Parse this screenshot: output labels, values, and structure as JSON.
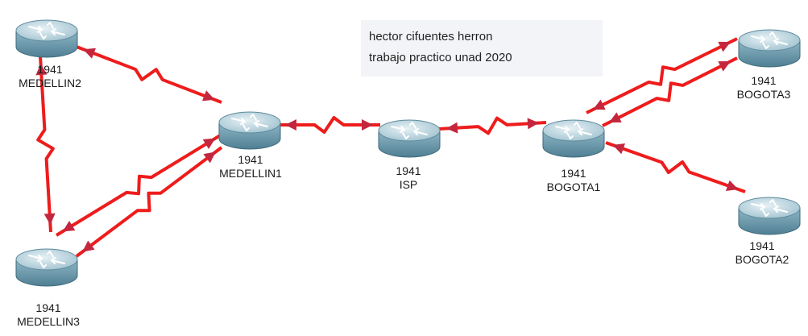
{
  "note": {
    "line1": "hector cifuentes herron",
    "line2": "trabajo practico unad 2020"
  },
  "routers": {
    "medellin2": {
      "model": "1941",
      "name": "MEDELLIN2"
    },
    "medellin1": {
      "model": "1941",
      "name": "MEDELLIN1"
    },
    "medellin3": {
      "model": "1941",
      "name": "MEDELLIN3"
    },
    "isp": {
      "model": "1941",
      "name": "ISP"
    },
    "bogota1": {
      "model": "1941",
      "name": "BOGOTA1"
    },
    "bogota3": {
      "model": "1941",
      "name": "BOGOTA3"
    },
    "bogota2": {
      "model": "1941",
      "name": "BOGOTA2"
    }
  },
  "links": [
    {
      "from": "medellin2",
      "to": "medellin1"
    },
    {
      "from": "medellin2",
      "to": "medellin3"
    },
    {
      "from": "medellin3",
      "to": "medellin1"
    },
    {
      "from": "medellin3",
      "to": "medellin1"
    },
    {
      "from": "medellin1",
      "to": "isp"
    },
    {
      "from": "isp",
      "to": "bogota1"
    },
    {
      "from": "bogota1",
      "to": "bogota3"
    },
    {
      "from": "bogota1",
      "to": "bogota3"
    },
    {
      "from": "bogota1",
      "to": "bogota2"
    }
  ],
  "colors": {
    "link": "#ee1c1c",
    "arrow": "#c4263e",
    "router_top": "#c9dde6",
    "router_body": "#6d9bae"
  }
}
